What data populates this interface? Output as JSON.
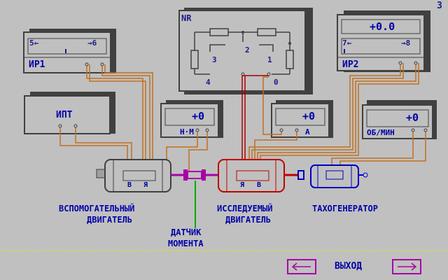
{
  "page_number": "3",
  "rheostat": {
    "title": "NR",
    "terminals": [
      "3",
      "2",
      "1",
      "4",
      "0"
    ]
  },
  "ir1": {
    "name": "ИР1",
    "scale_left": "5←",
    "scale_right": "→6"
  },
  "ir2": {
    "name": "ИР2",
    "scale_left": "7←",
    "scale_right": "→8",
    "value": "+0.0"
  },
  "ipt": {
    "name": "ИПТ"
  },
  "meter_nm": {
    "value": "+0",
    "unit": "Н·М"
  },
  "meter_a": {
    "value": "+0",
    "unit": "А"
  },
  "meter_rpm": {
    "value": "+0",
    "unit": "ОБ/МИН"
  },
  "aux_motor": {
    "terminal_left": "В",
    "terminal_right": "Я",
    "label_line1": "ВСПОМОГАТЕЛЬНЫЙ",
    "label_line2": "ДВИГАТЕЛЬ"
  },
  "test_motor": {
    "terminal_left": "Я",
    "terminal_right": "В",
    "label_line1": "ИССЛЕДУЕМЫЙ",
    "label_line2": "ДВИГАТЕЛЬ"
  },
  "torque_sensor": {
    "label_line1": "ДАТЧИК",
    "label_line2": "МОМЕНТА"
  },
  "tachogenerator": {
    "label": "ТАХОГЕНЕРАТОР"
  },
  "footer": {
    "prev_icon": "arrow-left-icon",
    "exit_label": "ВЫХОД",
    "next_icon": "arrow-right-icon"
  },
  "colors": {
    "background": "#c0c0c0",
    "panel_fill": "#c0c0c0",
    "panel_shadow": "#404040",
    "label_blue": "#0000a8",
    "wire_orange": "#c07020",
    "wire_red": "#a80000",
    "test_motor_red": "#c00000",
    "tacho_blue": "#0000c0",
    "coupling_magenta": "#a800a8",
    "sensor_green": "#00a800",
    "dotted_divider": "#e8e800"
  }
}
